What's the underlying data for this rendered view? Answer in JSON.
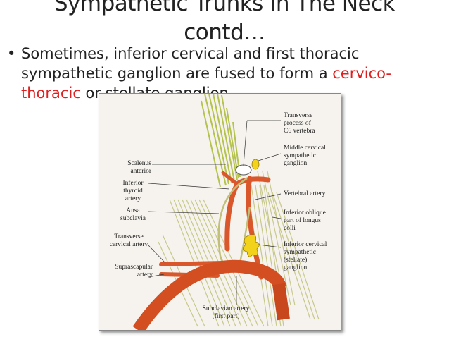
{
  "slide": {
    "title_line1": "Sympathetic Trunks In The Neck",
    "title_line2": "contd…",
    "bullet_marker": "•",
    "bullet_text_part1": "Sometimes, inferior cervical and first thoracic sympathetic ganglion are fused to form a ",
    "bullet_highlight": "cervico-thoracic",
    "bullet_text_part2": " or stellate ganglion."
  },
  "figure": {
    "labels_left": {
      "scalenus_anterior": "Scalenus\nanterior",
      "inferior_thyroid_artery": "Inferior\nthyroid\nartery",
      "ansa_subclavia": "Ansa\nsubclavia",
      "transverse_cervical_artery": "Transverse\ncervical artery",
      "suprascapular_artery": "Suprascapular\nartery"
    },
    "labels_right": {
      "transverse_process": "Transverse\nprocess of\nC6 vertebra",
      "middle_cervical_ganglion": "Middle cervical\nsympathetic\nganglion",
      "vertebral_artery": "Vertebral artery",
      "inferior_oblique": "Inferior oblique\npart of longus\ncolli",
      "stellate_ganglion": "Inferior cervical\nsympathetic\n(stellate)\nganglion"
    },
    "labels_bottom": {
      "subclavian_artery": "Subclavian artery\n(first part)"
    },
    "colors": {
      "artery": "#d9572b",
      "muscle": "#b8c455",
      "ganglion": "#f2d21b",
      "nerve": "#c9c9a0"
    }
  }
}
